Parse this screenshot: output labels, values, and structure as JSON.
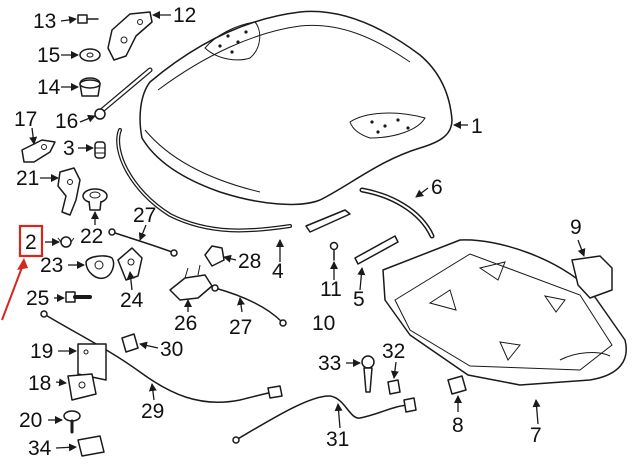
{
  "callouts": [
    {
      "id": "c1",
      "label": "1"
    },
    {
      "id": "c2",
      "label": "2"
    },
    {
      "id": "c3",
      "label": "3"
    },
    {
      "id": "c4",
      "label": "4"
    },
    {
      "id": "c5",
      "label": "5"
    },
    {
      "id": "c6",
      "label": "6"
    },
    {
      "id": "c7",
      "label": "7"
    },
    {
      "id": "c8",
      "label": "8"
    },
    {
      "id": "c9",
      "label": "9"
    },
    {
      "id": "c10",
      "label": "10"
    },
    {
      "id": "c11",
      "label": "11"
    },
    {
      "id": "c12",
      "label": "12"
    },
    {
      "id": "c13",
      "label": "13"
    },
    {
      "id": "c14",
      "label": "14"
    },
    {
      "id": "c15",
      "label": "15"
    },
    {
      "id": "c16",
      "label": "16"
    },
    {
      "id": "c17",
      "label": "17"
    },
    {
      "id": "c18",
      "label": "18"
    },
    {
      "id": "c19",
      "label": "19"
    },
    {
      "id": "c20",
      "label": "20"
    },
    {
      "id": "c21",
      "label": "21"
    },
    {
      "id": "c22",
      "label": "22"
    },
    {
      "id": "c23",
      "label": "23"
    },
    {
      "id": "c24",
      "label": "24"
    },
    {
      "id": "c25",
      "label": "25"
    },
    {
      "id": "c26",
      "label": "26"
    },
    {
      "id": "c27a",
      "label": "27"
    },
    {
      "id": "c27b",
      "label": "27"
    },
    {
      "id": "c28",
      "label": "28"
    },
    {
      "id": "c29",
      "label": "29"
    },
    {
      "id": "c30",
      "label": "30"
    },
    {
      "id": "c31",
      "label": "31"
    },
    {
      "id": "c32",
      "label": "32"
    },
    {
      "id": "c33",
      "label": "33"
    },
    {
      "id": "c34",
      "label": "34"
    }
  ],
  "highlight": {
    "callout": "2",
    "color": "#d9261c"
  },
  "colors": {
    "line": "#1a1a1a",
    "background": "#ffffff"
  }
}
